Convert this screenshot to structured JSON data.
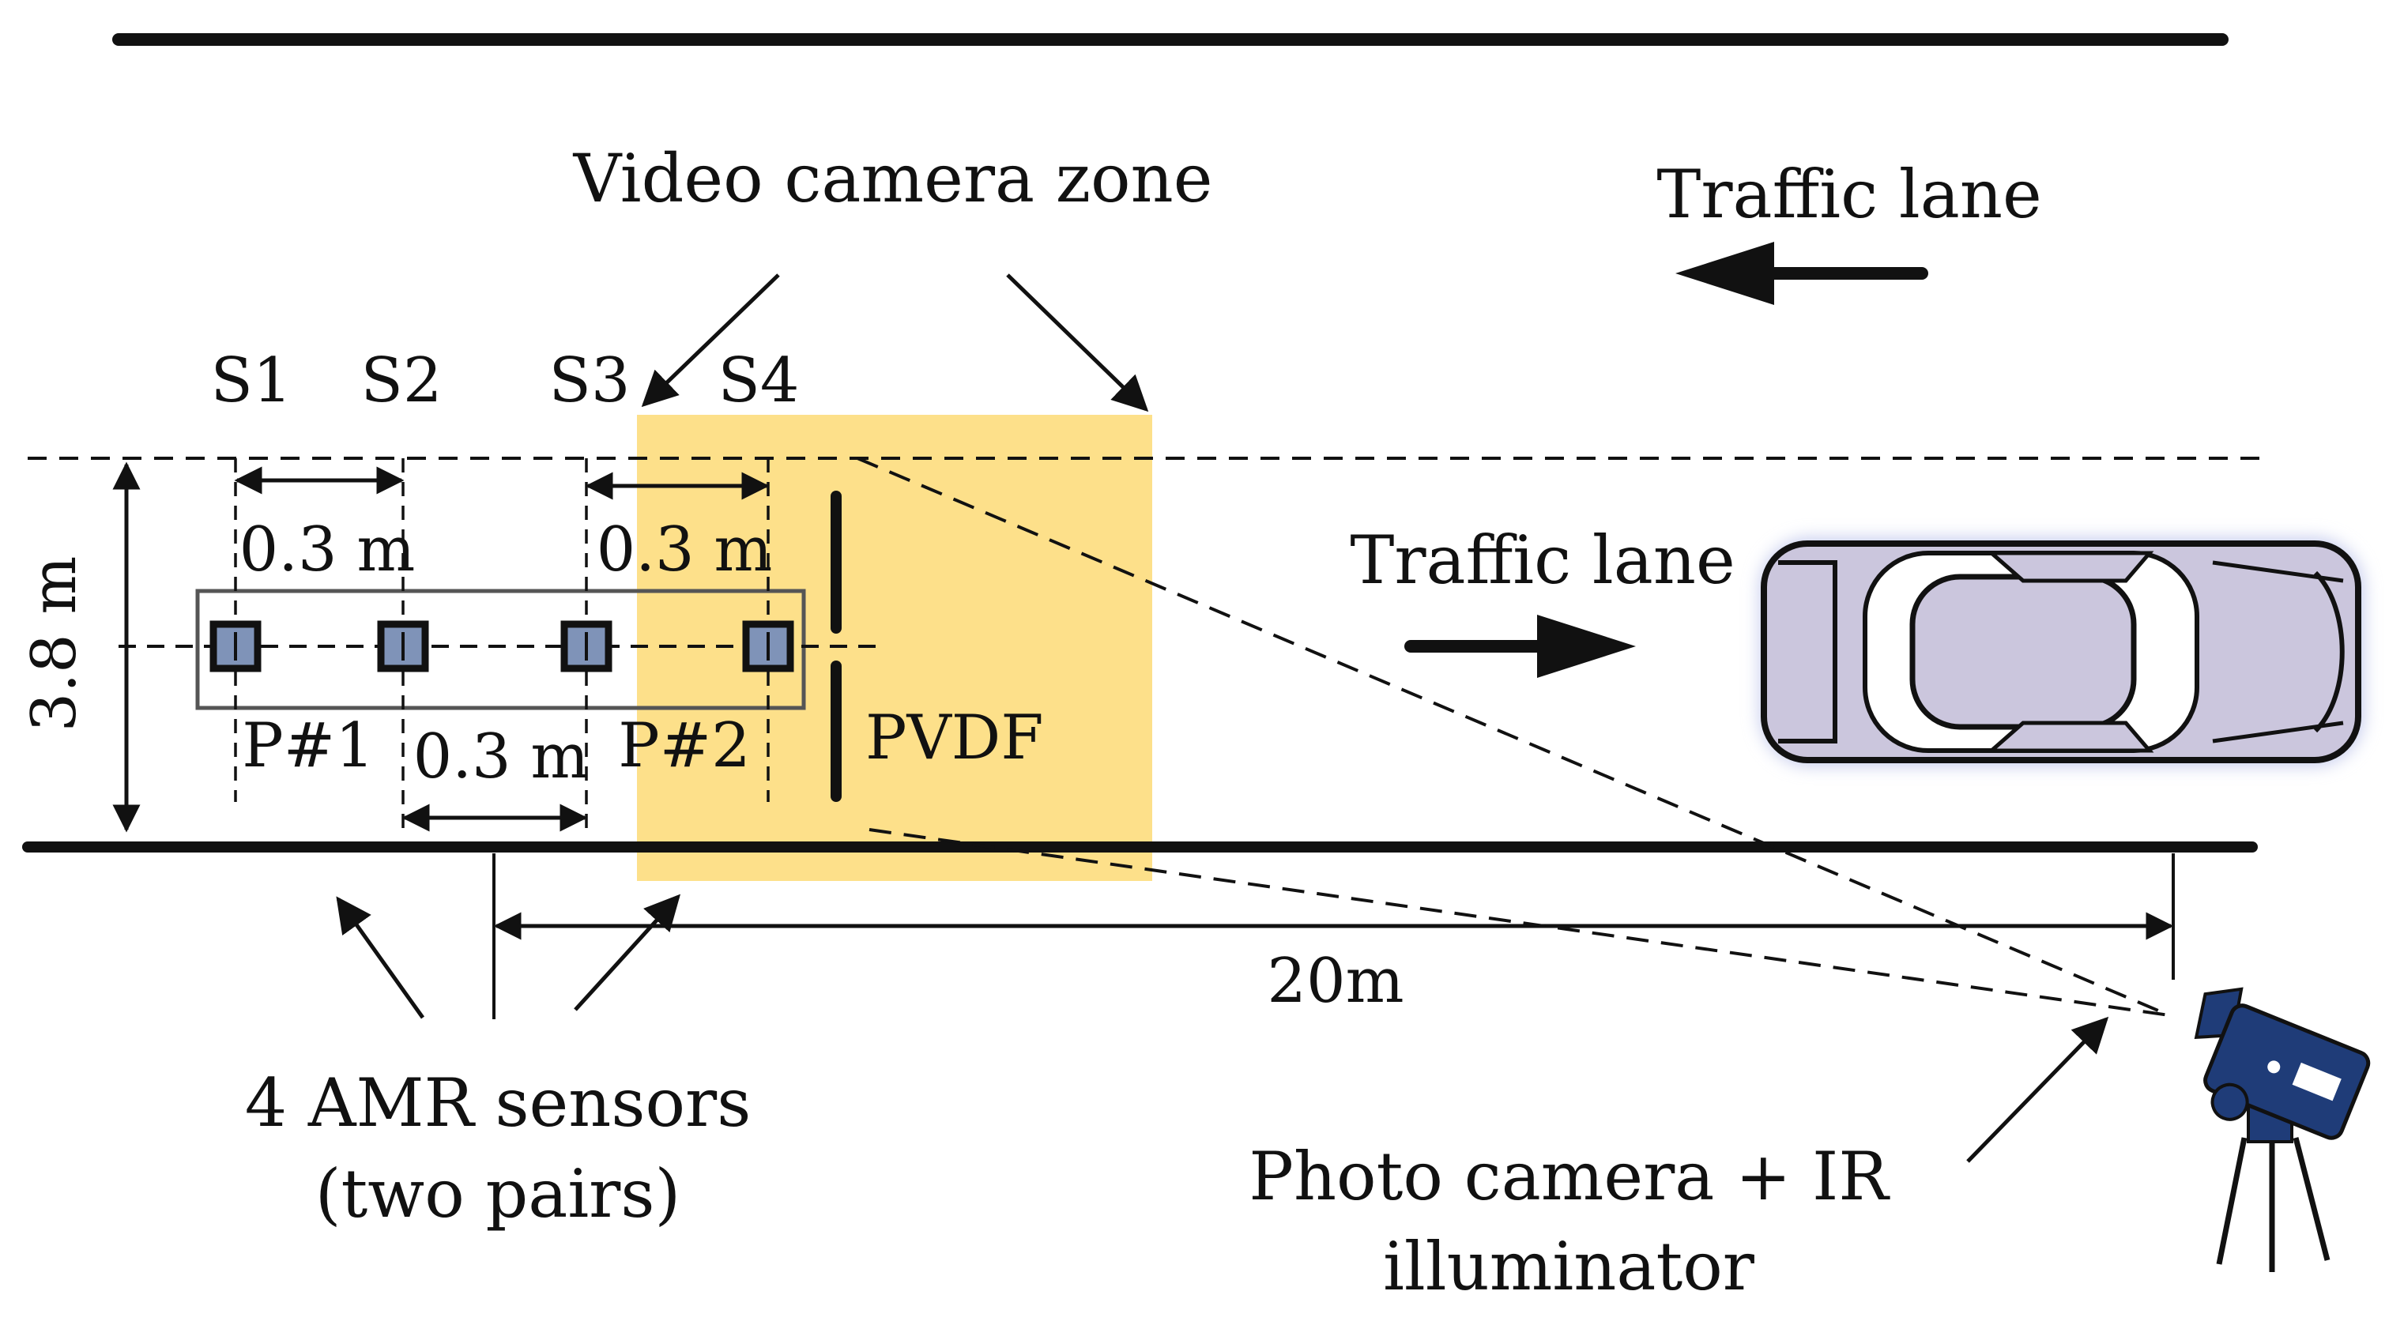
{
  "labels": {
    "video_zone": "Video camera zone",
    "traffic_top": "Traffic lane",
    "traffic_mid": "Traffic lane",
    "s1": "S1",
    "s2": "S2",
    "s3": "S3",
    "s4": "S4",
    "gap_s1_s2": "0.3 m",
    "gap_s3_s4": "0.3 m",
    "gap_s2_s3": "0.3 m",
    "pair1": "P#1",
    "pair2": "P#2",
    "pvdf": "PVDF",
    "lane_width": "3.8 m",
    "distance": "20m",
    "amr_line1": "4 AMR sensors",
    "amr_line2": "(two pairs)",
    "camera_line1": "Photo camera + IR",
    "camera_line2": "illuminator"
  },
  "icons": {
    "sensor": "amr-sensor-icon",
    "car": "car-icon",
    "camera": "camera-icon"
  },
  "colors": {
    "zone_fill": "#fde08a",
    "sensor_fill": "#7f93b8",
    "car_body": "#cbc6dd",
    "car_glow": "#c9cfee",
    "camera_body": "#1f3c78"
  }
}
